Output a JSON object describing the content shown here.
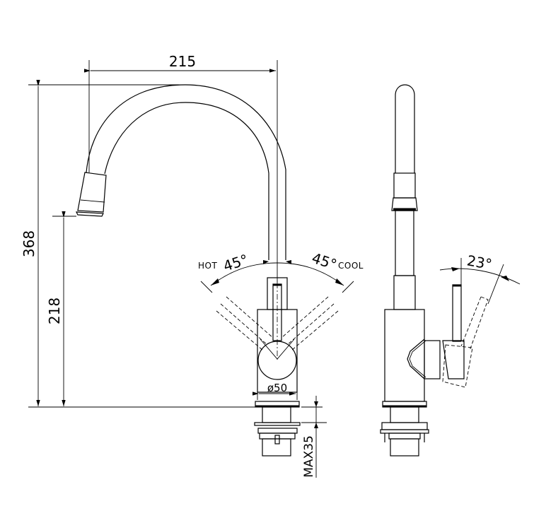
{
  "drawing": {
    "title": "Kitchen faucet technical drawing",
    "views": [
      "front-view",
      "side-view"
    ],
    "dimensions": {
      "spout_reach": "215",
      "total_height": "368",
      "spout_height": "218",
      "base_diameter": "ø50",
      "max_deck_thickness": "MAX35",
      "hot_angle": "45°",
      "cool_angle": "45°",
      "tilt_angle": "23°"
    },
    "labels": {
      "hot": "HOT",
      "cool": "COOL"
    },
    "colors": {
      "line": "#000000",
      "background": "#ffffff"
    }
  }
}
